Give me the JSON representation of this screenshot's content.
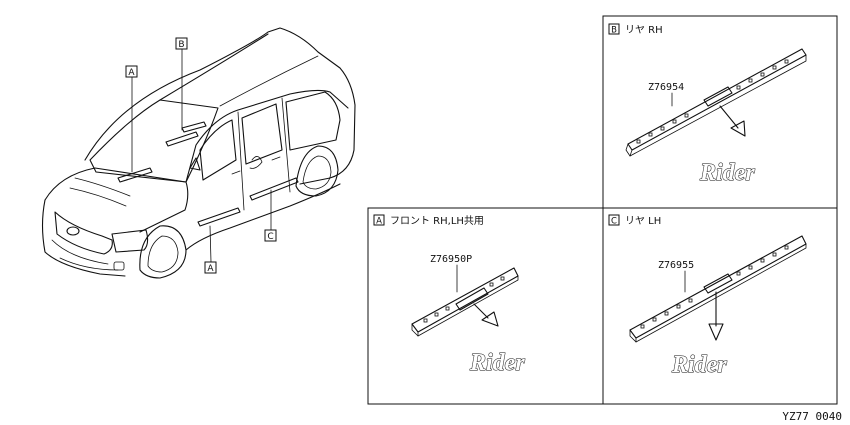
{
  "callouts": [
    "A",
    "B",
    "C"
  ],
  "panels": [
    {
      "letter": "B",
      "title": "リヤ RH",
      "part_no": "Z76954",
      "emblem": "Rider"
    },
    {
      "letter": "A",
      "title": "フロント RH,LH共用",
      "part_no": "Z76950P",
      "emblem": "Rider"
    },
    {
      "letter": "C",
      "title": "リヤ LH",
      "part_no": "Z76955",
      "emblem": "Rider"
    }
  ],
  "diagram_code": "YZ77 0040"
}
